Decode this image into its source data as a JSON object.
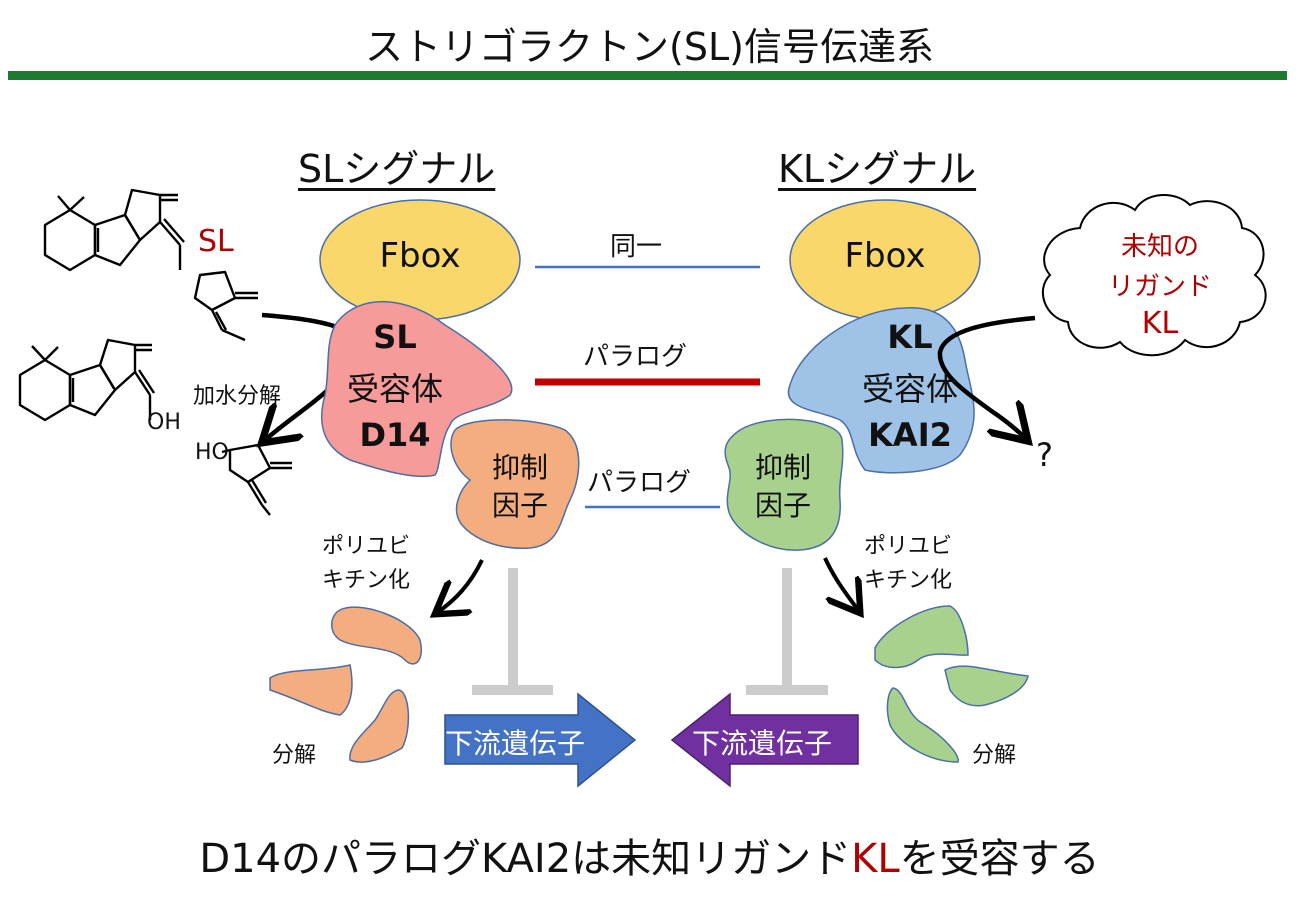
{
  "title": "ストリゴラクトン(SL)信号伝達系",
  "sl_signal": {
    "heading": "SLシグナル",
    "ligand_label": "SL",
    "fbox_label": "Fbox",
    "receptor_line1": "SL",
    "receptor_line2": "受容体",
    "receptor_line3": "D14",
    "repressor_line1": "抑制",
    "repressor_line2": "因子",
    "hydrolysis_label": "加水分解",
    "ubiquitin_line1": "ポリユビ",
    "ubiquitin_line2": "キチン化",
    "degradation_label": "分解",
    "downstream_label": "下流遺伝子",
    "chem_oh": "OH",
    "chem_ho": "HO"
  },
  "kl_signal": {
    "heading": "KLシグナル",
    "fbox_label": "Fbox",
    "receptor_line1": "KL",
    "receptor_line2": "受容体",
    "receptor_line3": "KAI2",
    "repressor_line1": "抑制",
    "repressor_line2": "因子",
    "ubiquitin_line1": "ポリユビ",
    "ubiquitin_line2": "キチン化",
    "degradation_label": "分解",
    "downstream_label": "下流遺伝子",
    "cloud_line1": "未知の",
    "cloud_line2": "リガンド",
    "cloud_line3": "KL",
    "unknown_mark": "?"
  },
  "relations": {
    "fbox": "同一",
    "receptor": "パラログ",
    "repressor": "パラログ"
  },
  "conclusion": {
    "part1": "D14のパラログKAI2は",
    "part2": "未知リガンド",
    "part3": "KL",
    "part4": "を受容する"
  },
  "colors": {
    "accent_green": "#1e7a32",
    "fbox_yellow": "#f9d76a",
    "d14_pink": "#f79a9a",
    "kai2_blue": "#9fc3e6",
    "sl_repressor_orange": "#f3ad7e",
    "kl_repressor_green": "#a9d18e",
    "downstream_blue": "#4472c4",
    "downstream_purple": "#7030a0",
    "paralog_red": "#c00000",
    "same_blue": "#4472c4",
    "highlight_red": "#b00000",
    "inhibit_gray": "#cccccc"
  }
}
